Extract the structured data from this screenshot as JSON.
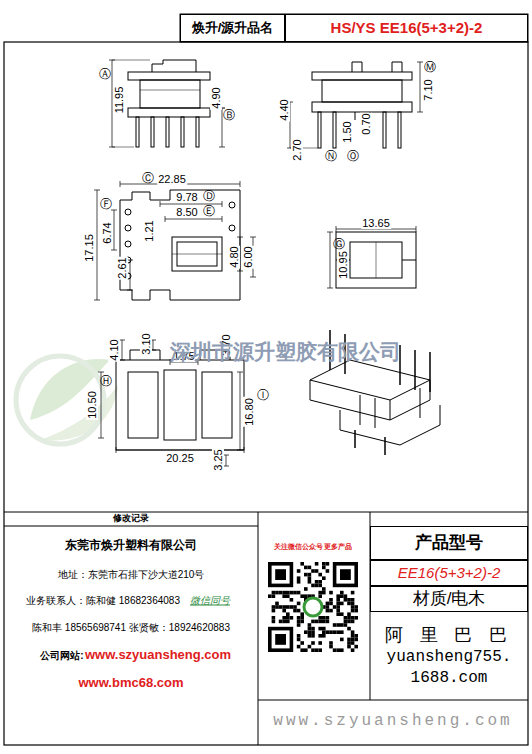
{
  "diagram": {
    "nodes": [
      {
        "text": [
          "焕升/源升品名"
        ]
      },
      {
        "text": [
          "HS/YS EE16(5+3+2)-2"
        ]
      },
      {
        "text": [
          "修改记录"
        ]
      },
      {
        "text": [
          "产品型号"
        ]
      },
      {
        "text": [
          "EE16(5+3+2)-2"
        ]
      },
      {
        "text": [
          "材质/电木"
        ]
      },
      {
        "text": [
          "阿 里 巴 巴",
          "yuansheng755.",
          "1688.com"
        ]
      }
    ],
    "labels": [
      "Ⓐ",
      "11.95",
      "4.90",
      "Ⓑ",
      "4.40",
      "2.70",
      "Ⓝ",
      "1.50",
      "Ⓞ",
      "0.70",
      "7.10",
      "Ⓜ",
      "Ⓒ",
      "22.85",
      "9.78",
      "Ⓓ",
      "8.50",
      "Ⓔ",
      "Ⓕ",
      "6.74",
      "1.21",
      "17.15",
      "2.61",
      "4.80",
      "6.00",
      "13.65",
      "Ⓖ",
      "10.95",
      "4.10",
      "3.10",
      "1.75",
      "3.70",
      "Ⓗ",
      "10.50",
      "16.80",
      "Ⓘ",
      "20.25",
      "3.25",
      "深圳市源升塑胶有限公司",
      "东莞市焕升塑料有限公司",
      "地址：东莞市石排下沙大道210号",
      "业务联系人：陈和健 18682364083",
      "微信同号",
      "陈和丰 18565698741 张贤敏：18924620883",
      "公司网站:",
      "www.szyuansheng.com",
      "www.bmc68.com",
      "关注微信公众号 更多产品",
      "www.szyuansheng.com"
    ]
  }
}
